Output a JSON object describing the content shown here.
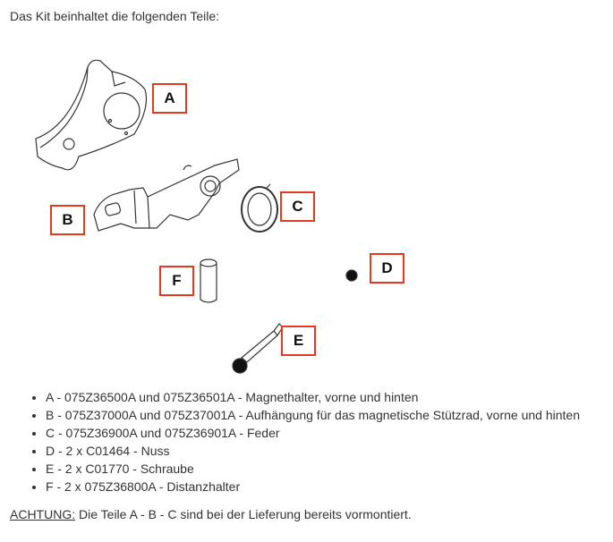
{
  "intro": "Das Kit beinhaltet die folgenden Teile:",
  "labels": {
    "a": "A",
    "b": "B",
    "c": "C",
    "d": "D",
    "e": "E",
    "f": "F"
  },
  "accent_color": "#e23a1e",
  "parts": [
    "A - 075Z36500A und 075Z36501A - Magnethalter, vorne und hinten",
    "B - 075Z37000A und 075Z37001A - Aufhängung für das magnetische Stützrad, vorne und hinten",
    "C - 075Z36900A und 075Z36901A - Feder",
    "D - 2 x C01464 - Nuss",
    "E - 2 x C01770 - Schraube",
    "F - 2 x 075Z36800A - Distanzhalter"
  ],
  "note": {
    "label": "ACHTUNG:",
    "text": " Die Teile A - B - C sind bei der Lieferung bereits vormontiert."
  }
}
